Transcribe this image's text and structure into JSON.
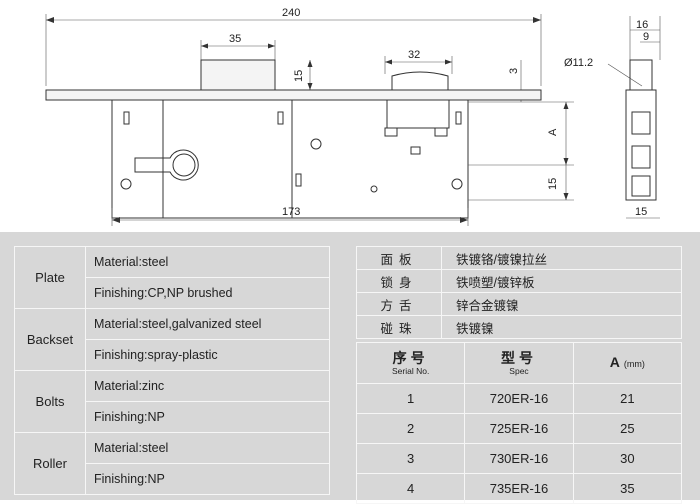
{
  "drawing": {
    "dims": {
      "overall_width": "240",
      "top_block": "35",
      "top_block_height": "15",
      "bolt_width": "32",
      "bolt_gap": "3",
      "lower_width": "173",
      "a_label": "A",
      "a_offset": "15",
      "side_16": "16",
      "side_9": "9",
      "side_diam": "Ø11.2",
      "side_bottom": "15"
    }
  },
  "materials": {
    "rows": [
      {
        "part": "Plate",
        "material": "Material:steel",
        "finishing": "Finishing:CP,NP brushed"
      },
      {
        "part": "Backset",
        "material": "Material:steel,galvanized steel",
        "finishing": "Finishing:spray-plastic"
      },
      {
        "part": "Bolts",
        "material": "Material:zinc",
        "finishing": "Finishing:NP"
      },
      {
        "part": "Roller",
        "material": "Material:steel",
        "finishing": "Finishing:NP"
      }
    ]
  },
  "finishes": [
    {
      "item": "面板",
      "value": "铁镀铬/镀镍拉丝"
    },
    {
      "item": "锁身",
      "value": "铁喷塑/镀锌板"
    },
    {
      "item": "方舌",
      "value": "锌合金镀镍"
    },
    {
      "item": "碰珠",
      "value": "铁镀镍"
    }
  ],
  "spec": {
    "headers": {
      "serial_cn": "序号",
      "serial_en": "Serial No.",
      "spec_cn": "型号",
      "spec_en": "Spec",
      "a_label": "A",
      "a_unit": "(mm)"
    },
    "rows": [
      {
        "serial": "1",
        "model": "720ER-16",
        "a": "21"
      },
      {
        "serial": "2",
        "model": "725ER-16",
        "a": "25"
      },
      {
        "serial": "3",
        "model": "730ER-16",
        "a": "30"
      },
      {
        "serial": "4",
        "model": "735ER-16",
        "a": "35"
      }
    ]
  }
}
